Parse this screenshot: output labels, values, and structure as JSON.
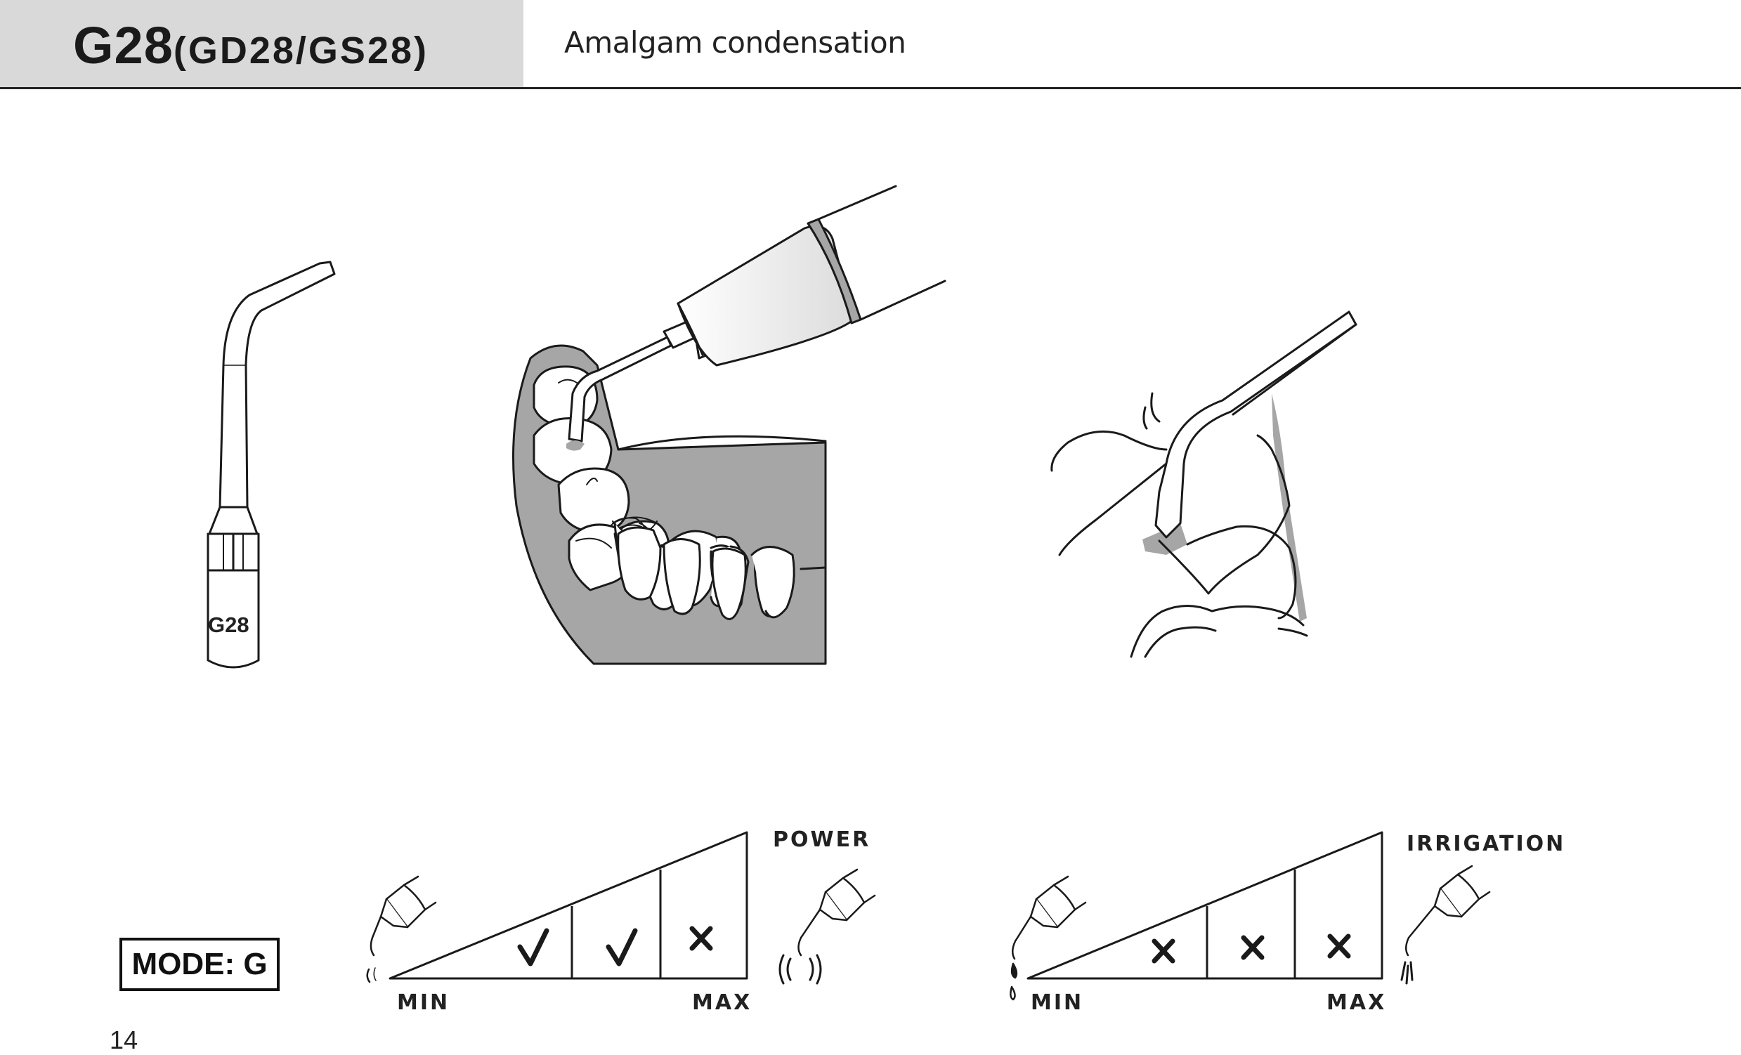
{
  "header": {
    "model_code": "G28",
    "model_variants": "(GD28/GS28)",
    "procedure": "Amalgam condensation"
  },
  "tip": {
    "label": "G28"
  },
  "mode": {
    "label": "MODE: G"
  },
  "power_scale": {
    "title": "POWER",
    "min_label": "MIN",
    "max_label": "MAX",
    "levels": [
      "allowed",
      "allowed",
      "not-allowed"
    ]
  },
  "irrigation_scale": {
    "title": "IRRIGATION",
    "min_label": "MIN",
    "max_label": "MAX",
    "levels": [
      "not-allowed",
      "not-allowed",
      "not-allowed"
    ]
  },
  "page": {
    "number": "14"
  },
  "colors": {
    "header_box": "#d9d9d9",
    "illustration_gray": "#a6a6a6",
    "ink": "#1a1a1a"
  }
}
